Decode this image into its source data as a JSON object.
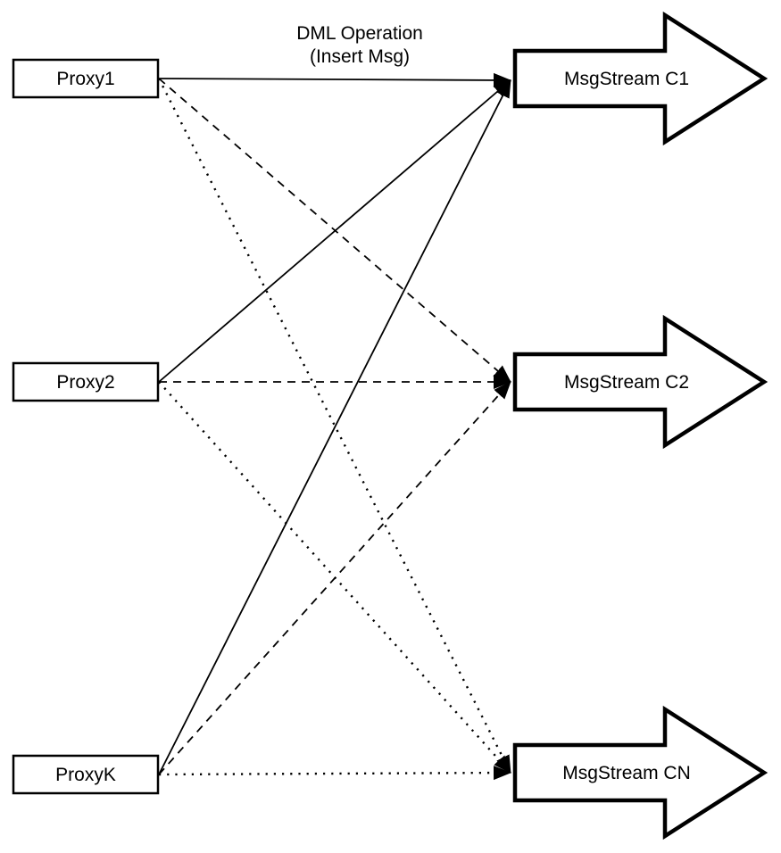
{
  "title": {
    "line1": "DML Operation",
    "line2": "(Insert Msg)"
  },
  "proxies": [
    {
      "id": "proxy1",
      "label": "Proxy1"
    },
    {
      "id": "proxy2",
      "label": "Proxy2"
    },
    {
      "id": "proxyk",
      "label": "ProxyK"
    }
  ],
  "streams": [
    {
      "id": "c1",
      "label": "MsgStream C1"
    },
    {
      "id": "c2",
      "label": "MsgStream C2"
    },
    {
      "id": "cn",
      "label": "MsgStream CN"
    }
  ],
  "edges": [
    {
      "from": "proxy1",
      "to": "c1",
      "style": "solid"
    },
    {
      "from": "proxy1",
      "to": "c2",
      "style": "dashed"
    },
    {
      "from": "proxy1",
      "to": "cn",
      "style": "dotted"
    },
    {
      "from": "proxy2",
      "to": "c1",
      "style": "solid"
    },
    {
      "from": "proxy2",
      "to": "c2",
      "style": "dashed"
    },
    {
      "from": "proxy2",
      "to": "cn",
      "style": "dotted"
    },
    {
      "from": "proxyk",
      "to": "c1",
      "style": "solid"
    },
    {
      "from": "proxyk",
      "to": "c2",
      "style": "dashed"
    },
    {
      "from": "proxyk",
      "to": "cn",
      "style": "dotted"
    }
  ],
  "colors": {
    "stroke": "#000000",
    "fill": "#ffffff",
    "background": "#ffffff"
  }
}
